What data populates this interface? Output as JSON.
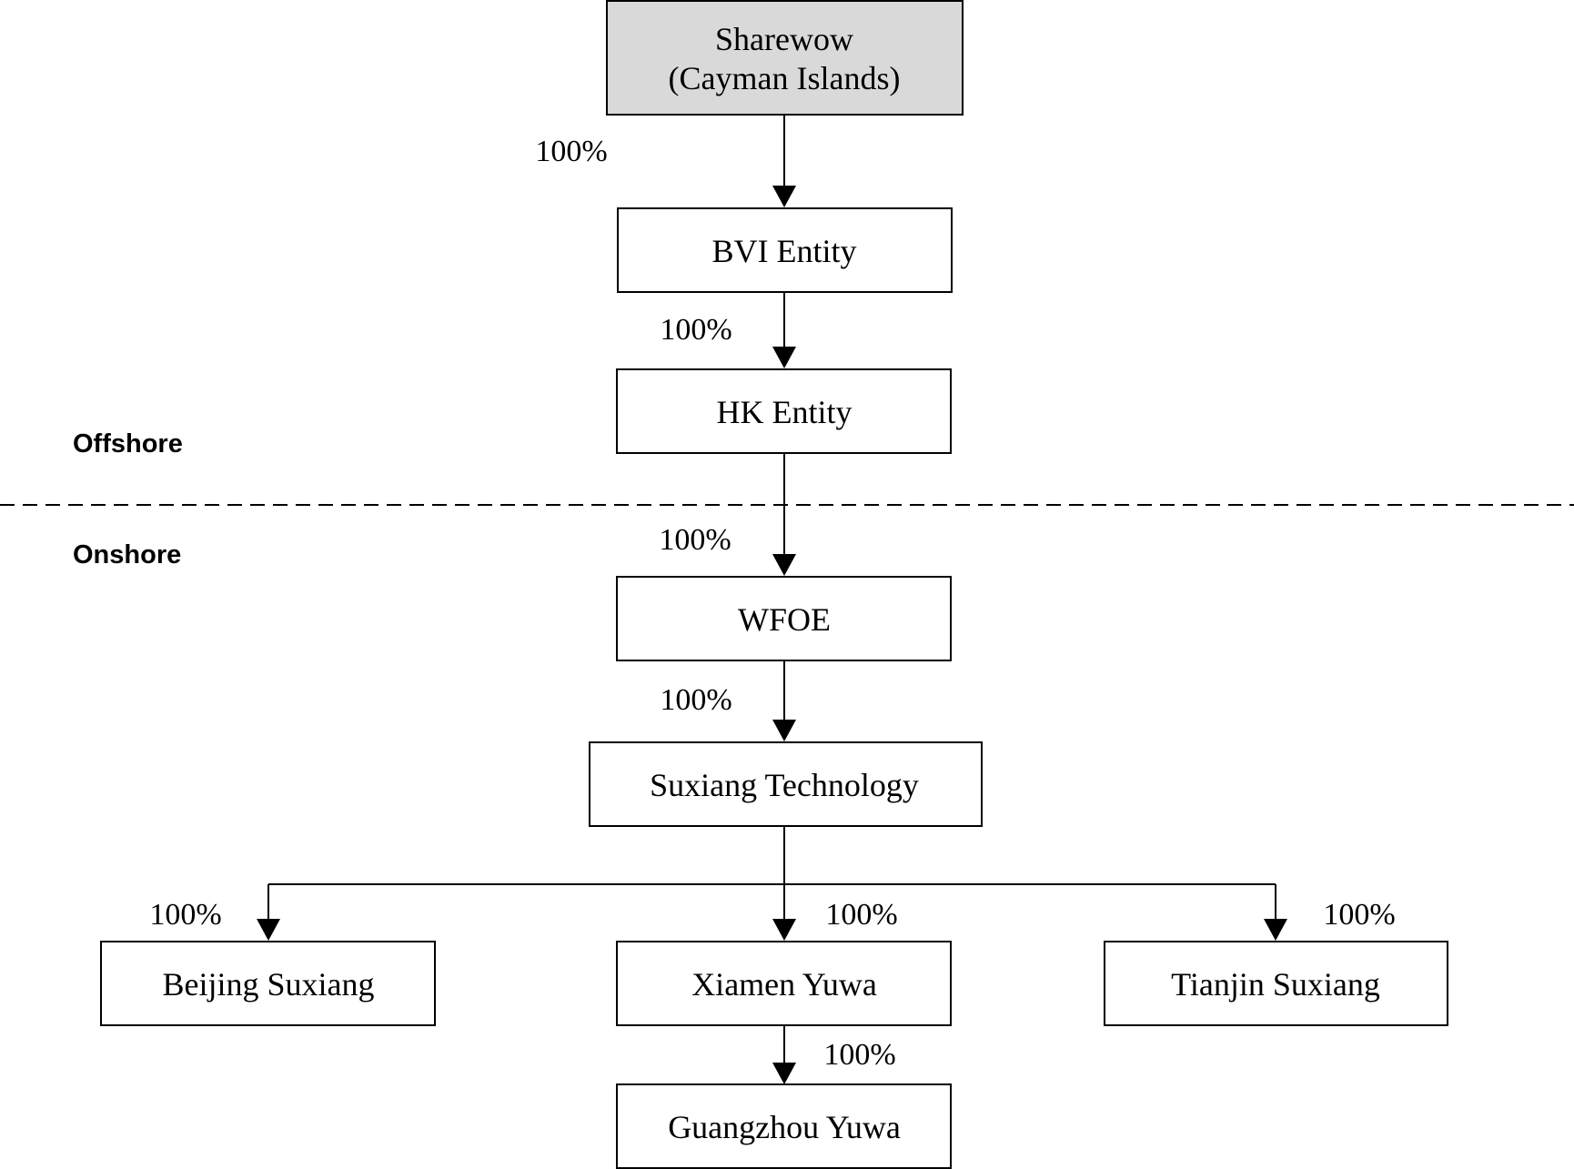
{
  "entities": {
    "sharewow": {
      "line1": "Sharewow",
      "line2": "(Cayman Islands)"
    },
    "bvi": "BVI Entity",
    "hk": "HK Entity",
    "wfoe": "WFOE",
    "suxiang_tech": "Suxiang Technology",
    "beijing": "Beijing Suxiang",
    "xiamen": "Xiamen Yuwa",
    "tianjin": "Tianjin Suxiang",
    "guangzhou": "Guangzhou Yuwa"
  },
  "ownership": {
    "sharewow_to_bvi": "100%",
    "bvi_to_hk": "100%",
    "hk_to_wfoe": "100%",
    "wfoe_to_suxiang": "100%",
    "suxiang_to_beijing": "100%",
    "suxiang_to_xiamen": "100%",
    "suxiang_to_tianjin": "100%",
    "xiamen_to_guangzhou": "100%"
  },
  "zones": {
    "offshore": "Offshore",
    "onshore": "Onshore"
  },
  "colors": {
    "top_box_fill": "#d9d9d9",
    "box_fill": "#ffffff",
    "stroke": "#000000"
  }
}
